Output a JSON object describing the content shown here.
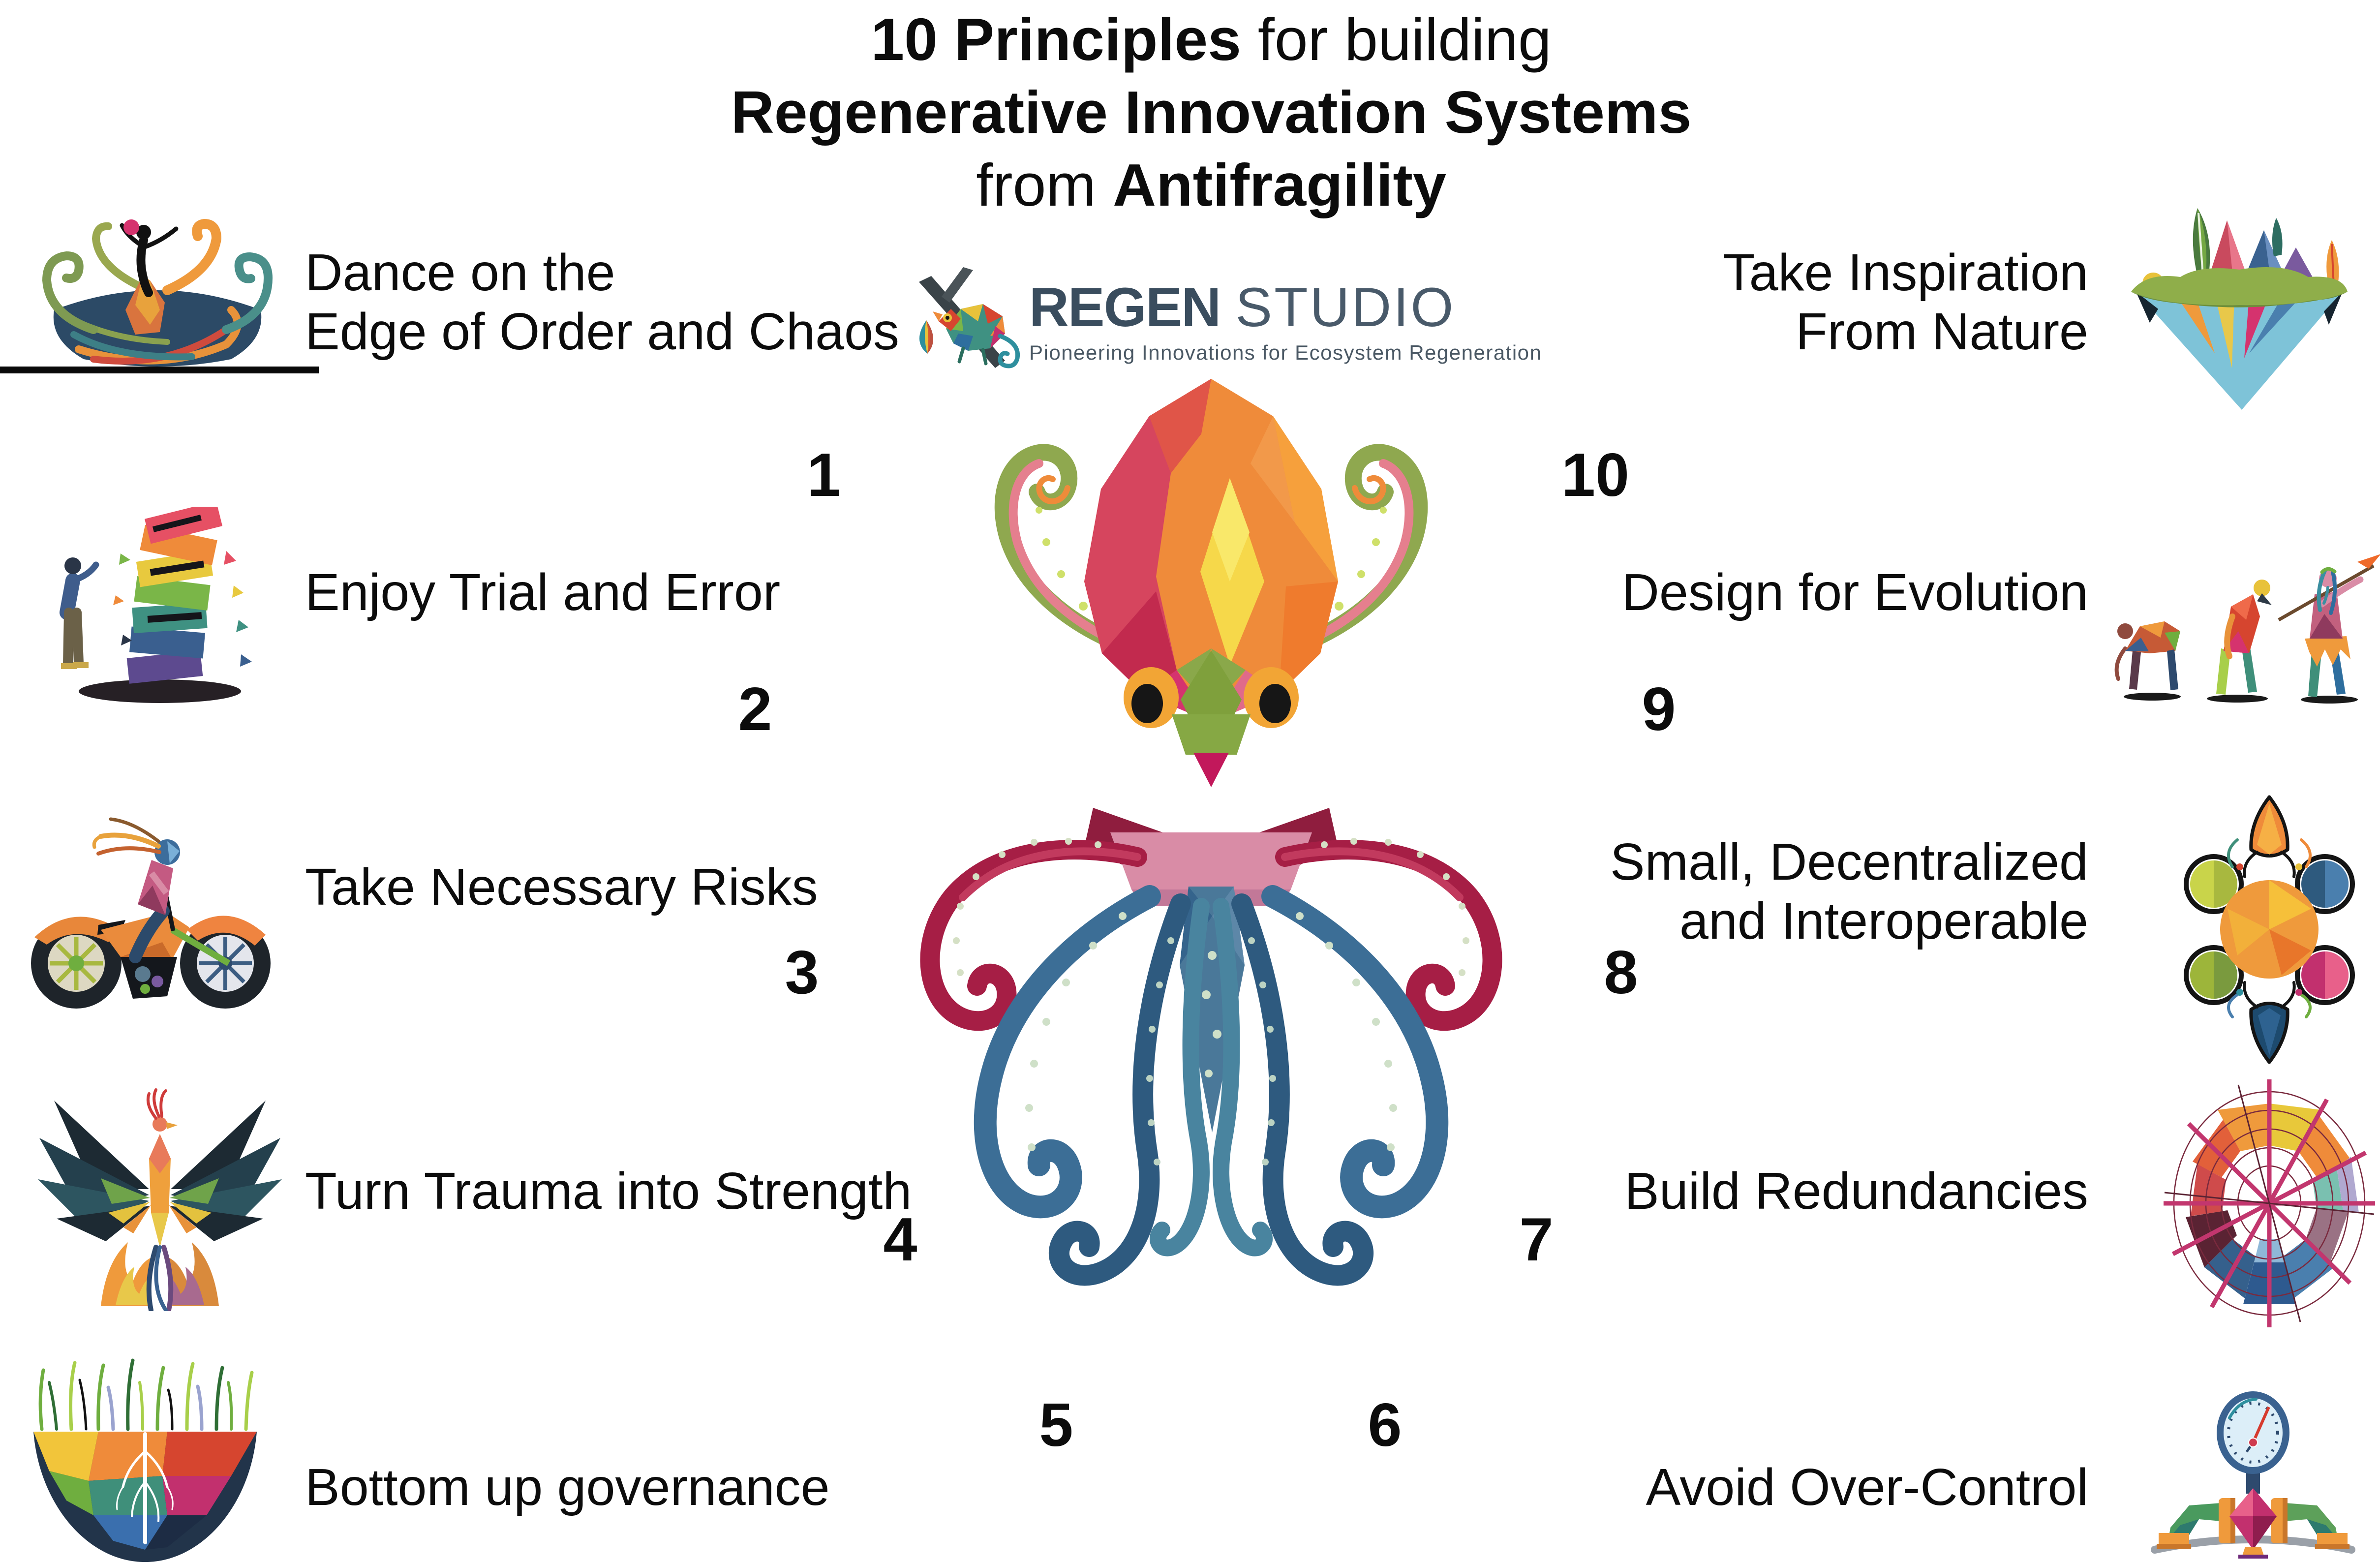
{
  "title": {
    "line1_bold": "10 Principles",
    "line1_rest": " for building",
    "line2": "Regenerative Innovation Systems",
    "line3_prefix": "from ",
    "line3_bold": "Antifragility"
  },
  "logo": {
    "name_primary": "REGEN",
    "name_secondary": "STUDIO",
    "tagline": "Pioneering Innovations for Ecosystem Regeneration",
    "icon": "chameleon-icon",
    "text_color": "#3a4d5e"
  },
  "center": {
    "illustration": "low-poly-octopus",
    "numbers": [
      "1",
      "2",
      "3",
      "4",
      "5",
      "6",
      "7",
      "8",
      "9",
      "10"
    ]
  },
  "principles_left": [
    {
      "number": "1",
      "icon": "dancer-icon",
      "lines": [
        "Dance on the",
        "Edge of Order and Chaos"
      ]
    },
    {
      "number": "2",
      "icon": "falling-blocks-icon",
      "lines": [
        "Enjoy Trial and Error"
      ]
    },
    {
      "number": "3",
      "icon": "motorcycle-icon",
      "lines": [
        "Take Necessary Risks"
      ]
    },
    {
      "number": "4",
      "icon": "phoenix-icon",
      "lines": [
        "Turn Trauma into Strength"
      ]
    },
    {
      "number": "5",
      "icon": "roots-icon",
      "lines": [
        "Bottom up governance"
      ]
    }
  ],
  "principles_right": [
    {
      "number": "10",
      "icon": "floating-island-icon",
      "lines": [
        "Take Inspiration",
        "From Nature"
      ]
    },
    {
      "number": "9",
      "icon": "evolution-icon",
      "lines": [
        "Design for Evolution"
      ]
    },
    {
      "number": "8",
      "icon": "mandala-icon",
      "lines": [
        "Small, Decentralized",
        "and Interoperable"
      ]
    },
    {
      "number": "7",
      "icon": "spiderweb-icon",
      "lines": [
        "Build Redundancies"
      ]
    },
    {
      "number": "6",
      "icon": "pressure-gauge-icon",
      "lines": [
        "Avoid Over-Control"
      ]
    }
  ],
  "colors": {
    "text": "#0c0c0c",
    "logo_text": "#3a4d5e",
    "octopus_head": "#ef8b3a",
    "octopus_crimson": "#d6455e",
    "octopus_yellow": "#f6d84a",
    "octopus_green": "#7fa03c",
    "octopus_blue": "#3c6e96",
    "octopus_maroon": "#a61e45",
    "octopus_pink": "#d98ca6"
  }
}
